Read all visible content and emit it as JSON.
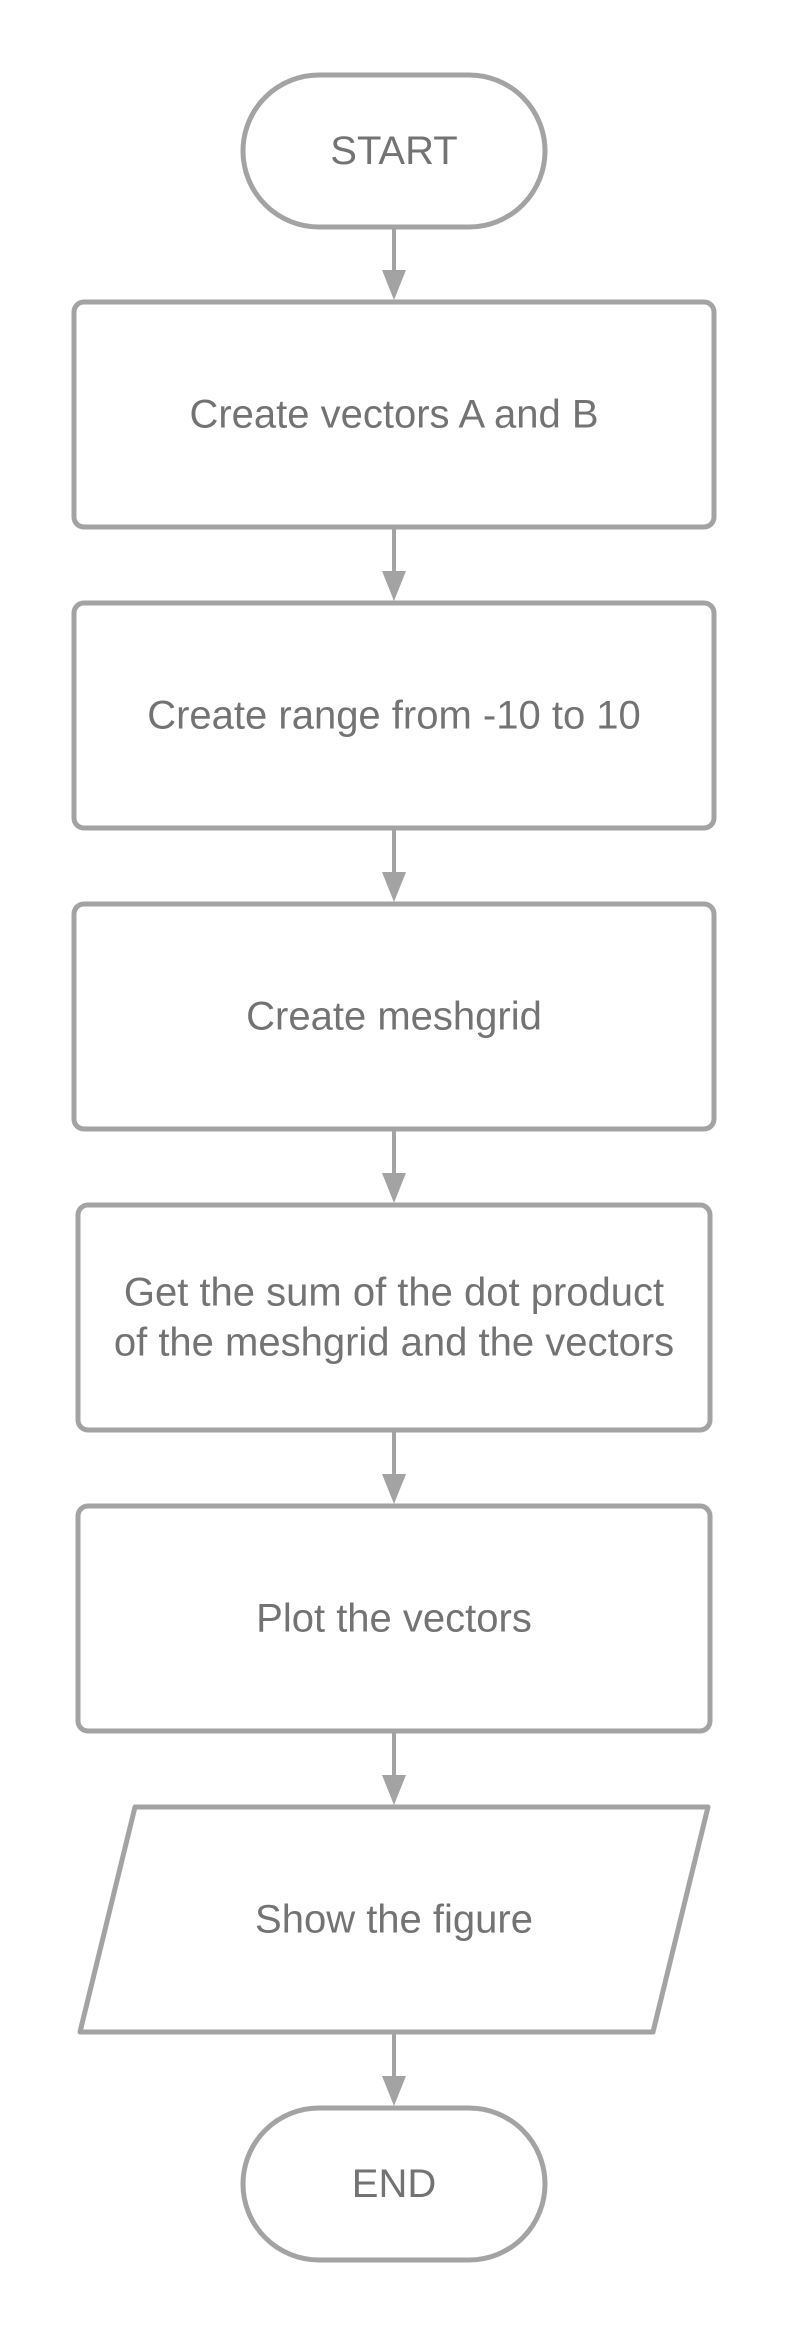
{
  "diagram": {
    "colors": {
      "stroke": "#a3a3a3",
      "text": "#737373",
      "background": "#ffffff"
    },
    "nodes": [
      {
        "id": "start",
        "shape": "terminal",
        "lines": [
          "START"
        ]
      },
      {
        "id": "create-vectors",
        "shape": "process",
        "lines": [
          "Create vectors A and B"
        ]
      },
      {
        "id": "create-range",
        "shape": "process",
        "lines": [
          "Create range from -10 to 10"
        ]
      },
      {
        "id": "create-meshgrid",
        "shape": "process",
        "lines": [
          "Create meshgrid"
        ]
      },
      {
        "id": "sum-dot-product",
        "shape": "process",
        "lines": [
          "Get the sum of the dot product",
          "of the meshgrid and the vectors"
        ]
      },
      {
        "id": "plot-vectors",
        "shape": "process",
        "lines": [
          "Plot the vectors"
        ]
      },
      {
        "id": "show-figure",
        "shape": "io",
        "lines": [
          "Show the figure"
        ]
      },
      {
        "id": "end",
        "shape": "terminal",
        "lines": [
          "END"
        ]
      }
    ],
    "edges": [
      {
        "from": "start",
        "to": "create-vectors"
      },
      {
        "from": "create-vectors",
        "to": "create-range"
      },
      {
        "from": "create-range",
        "to": "create-meshgrid"
      },
      {
        "from": "create-meshgrid",
        "to": "sum-dot-product"
      },
      {
        "from": "sum-dot-product",
        "to": "plot-vectors"
      },
      {
        "from": "plot-vectors",
        "to": "show-figure"
      },
      {
        "from": "show-figure",
        "to": "end"
      }
    ]
  }
}
